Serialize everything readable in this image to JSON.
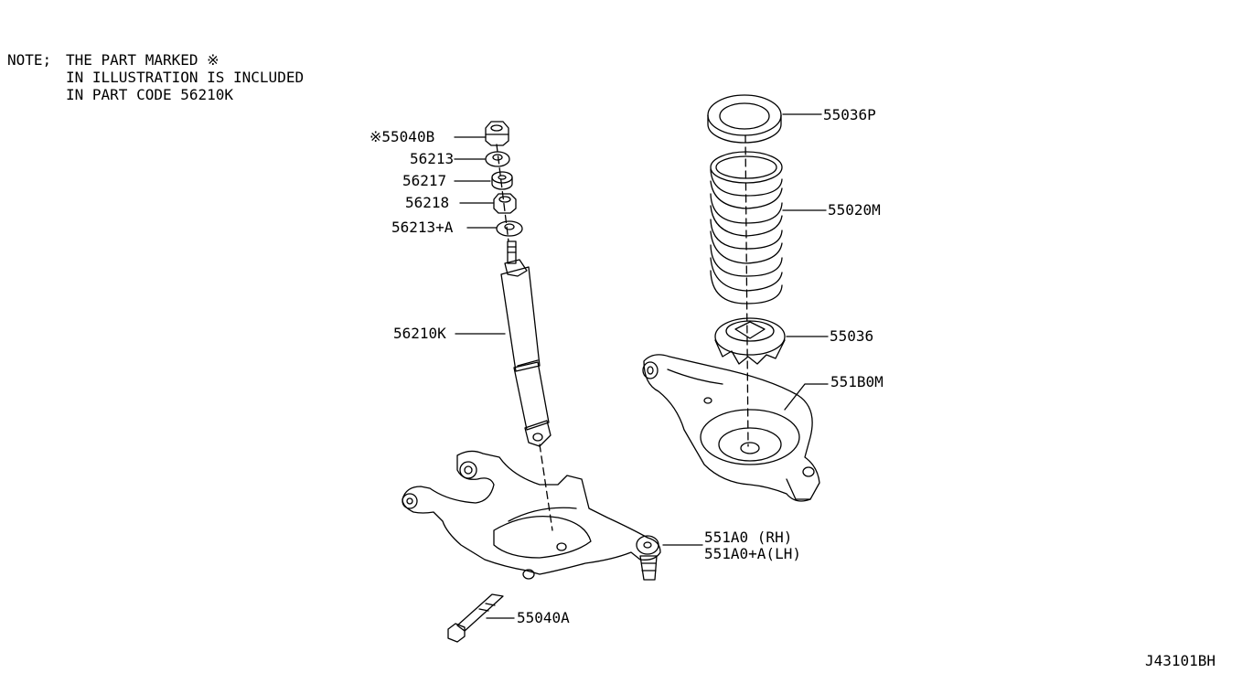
{
  "note": {
    "prefix": "NOTE;",
    "line1": "THE PART MARKED ※",
    "line2": "IN ILLUSTRATION IS INCLUDED",
    "line3": "IN PART CODE 56210K"
  },
  "parts": {
    "p55040B": "※55040B",
    "p56213": "56213",
    "p56217": "56217",
    "p56218": "56218",
    "p56213A": "56213+A",
    "p56210K": "56210K",
    "p55036P": "55036P",
    "p55020M": "55020M",
    "p55036": "55036",
    "p551B0M": "551B0M",
    "p551A0_rh": "551A0 (RH)",
    "p551A0_lh": "551A0+A(LH)",
    "p55040A": "55040A"
  },
  "diagram_code": "J43101BH"
}
